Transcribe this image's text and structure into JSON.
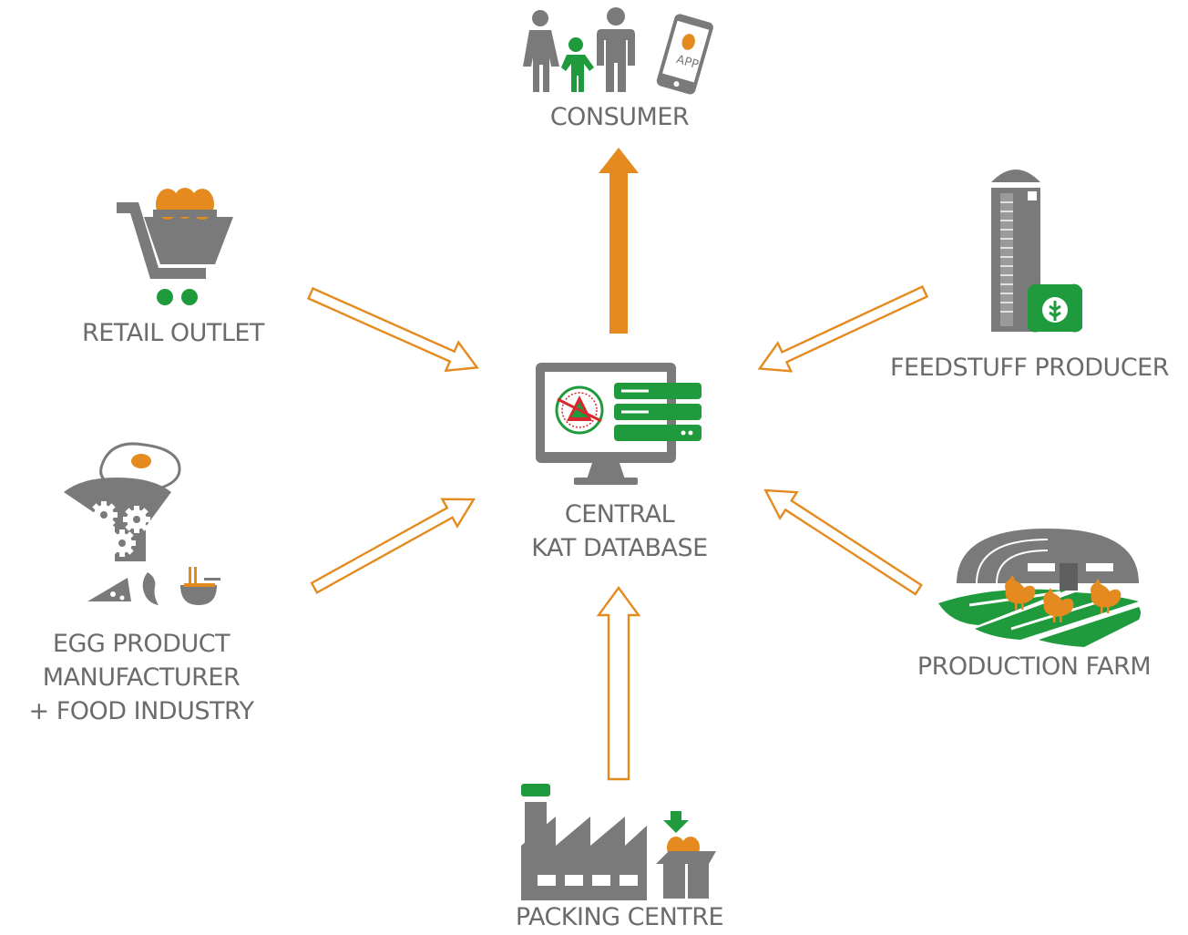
{
  "colors": {
    "gray": "#7a7a7a",
    "orange": "#e58a1e",
    "green": "#1f9a3c",
    "text": "#6b6b6b",
    "red": "#d7282f"
  },
  "nodes": {
    "consumer": {
      "label": "CONSUMER",
      "icon": "family-with-phone-icon",
      "app_text": "APP"
    },
    "retail": {
      "label": "RETAIL OUTLET",
      "icon": "shopping-cart-with-eggs-icon"
    },
    "feedstuff": {
      "label": "FEEDSTUFF PRODUCER",
      "icon": "silo-and-feed-bag-icon"
    },
    "central": {
      "line1": "CENTRAL",
      "line2": "KAT DATABASE",
      "icon": "computer-with-server-icon",
      "logo": "kat-logo"
    },
    "egg_product": {
      "line1": "EGG PRODUCT",
      "line2": "MANUFACTURER",
      "line3": "+ FOOD INDUSTRY",
      "icon": "egg-processing-funnel-icon"
    },
    "farm": {
      "label": "PRODUCTION FARM",
      "icon": "poultry-barn-with-hens-icon"
    },
    "packing": {
      "label": "PACKING CENTRE",
      "icon": "factory-and-egg-box-icon"
    }
  },
  "edges": [
    {
      "from": "central",
      "to": "consumer",
      "style": "filled-orange"
    },
    {
      "from": "retail",
      "to": "central",
      "style": "outline-orange"
    },
    {
      "from": "feedstuff",
      "to": "central",
      "style": "outline-orange"
    },
    {
      "from": "egg_product",
      "to": "central",
      "style": "outline-orange"
    },
    {
      "from": "farm",
      "to": "central",
      "style": "outline-orange"
    },
    {
      "from": "packing",
      "to": "central",
      "style": "outline-orange"
    }
  ]
}
